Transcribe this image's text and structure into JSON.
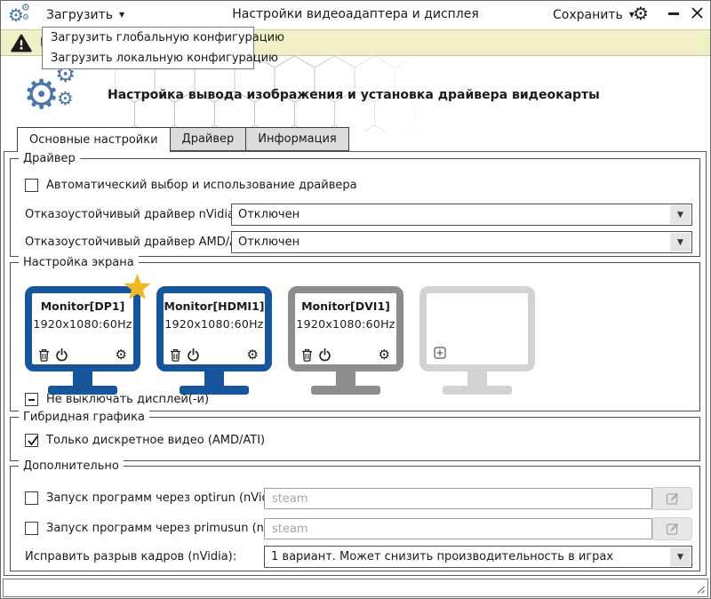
{
  "window": {
    "load_label": "Загрузить",
    "title": "Настройки видеоадаптера и дисплея",
    "save_label": "Сохранить"
  },
  "menu": {
    "items": [
      "Загрузить глобальную конфигурацию",
      "Загрузить локальную конфигурацию"
    ]
  },
  "warning": {
    "text": "В"
  },
  "header": {
    "title": "Настройка вывода изображения и установка драйвера видеокарты"
  },
  "tabs": [
    {
      "label": "Основные настройки",
      "active": true
    },
    {
      "label": "Драйвер",
      "active": false
    },
    {
      "label": "Информация",
      "active": false
    }
  ],
  "driver_group": {
    "legend": "Драйвер",
    "auto_label": "Автоматический выбор и использование драйвера",
    "auto_checked": false,
    "nvidia_label": "Отказоустойчивый драйвер nVidia:",
    "nvidia_value": "Отключен",
    "amd_label": "Отказоустойчивый драйвер AMD/ATI:",
    "amd_value": "Отключен"
  },
  "screen_group": {
    "legend": "Настройка экрана",
    "monitors": [
      {
        "name": "Monitor[DP1]",
        "resolution": "1920x1080:60Hz",
        "state": "primary"
      },
      {
        "name": "Monitor[HDMI1]",
        "resolution": "1920x1080:60Hz",
        "state": "active"
      },
      {
        "name": "Monitor[DVI1]",
        "resolution": "1920x1080:60Hz",
        "state": "disabled"
      },
      {
        "name": "",
        "resolution": "",
        "state": "empty-add"
      }
    ],
    "keep_on_label": "Не выключать дисплей(-и)",
    "keep_on_state": "indeterminate"
  },
  "hybrid_group": {
    "legend": "Гибридная графика",
    "discrete_label": "Только дискретное видео (AMD/ATI)",
    "discrete_checked": true
  },
  "extra_group": {
    "legend": "Дополнительно",
    "optirun_label": "Запуск программ через optirun (nVidia):",
    "optirun_checked": false,
    "optirun_placeholder": "steam",
    "primusun_label": "Запуск программ через primusun (nVidia):",
    "primusun_checked": false,
    "primusun_placeholder": "steam",
    "tearing_label": "Исправить разрыв кадров (nVidia):",
    "tearing_value": "1 вариант. Может снизить производительность в играх"
  },
  "colors": {
    "monitor_active": "#17559c",
    "monitor_disabled": "#8d8d8d",
    "monitor_empty": "#d2d2d2",
    "star": "#f2b824",
    "logo_blue": "#4a76a8",
    "warning_bg": "#f0efc5"
  }
}
